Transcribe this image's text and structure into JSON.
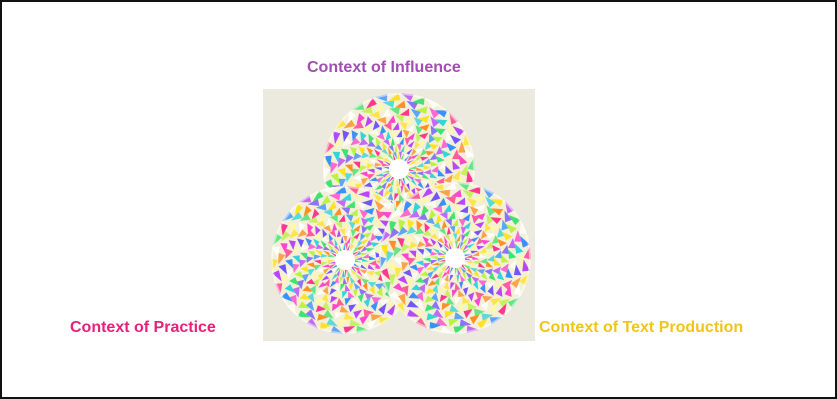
{
  "labels": {
    "influence": "Context of Influence",
    "practice": "Context of Practice",
    "text_production": "Context of Text Production"
  },
  "colors": {
    "influence": "#a04fb0",
    "practice": "#e8207a",
    "text_production": "#f2c418",
    "background": "#ece9df",
    "frame_border": "#111111"
  },
  "diagram": {
    "type": "three overlapping kaleidoscopic circles",
    "circles": [
      "influence",
      "practice",
      "text_production"
    ]
  }
}
